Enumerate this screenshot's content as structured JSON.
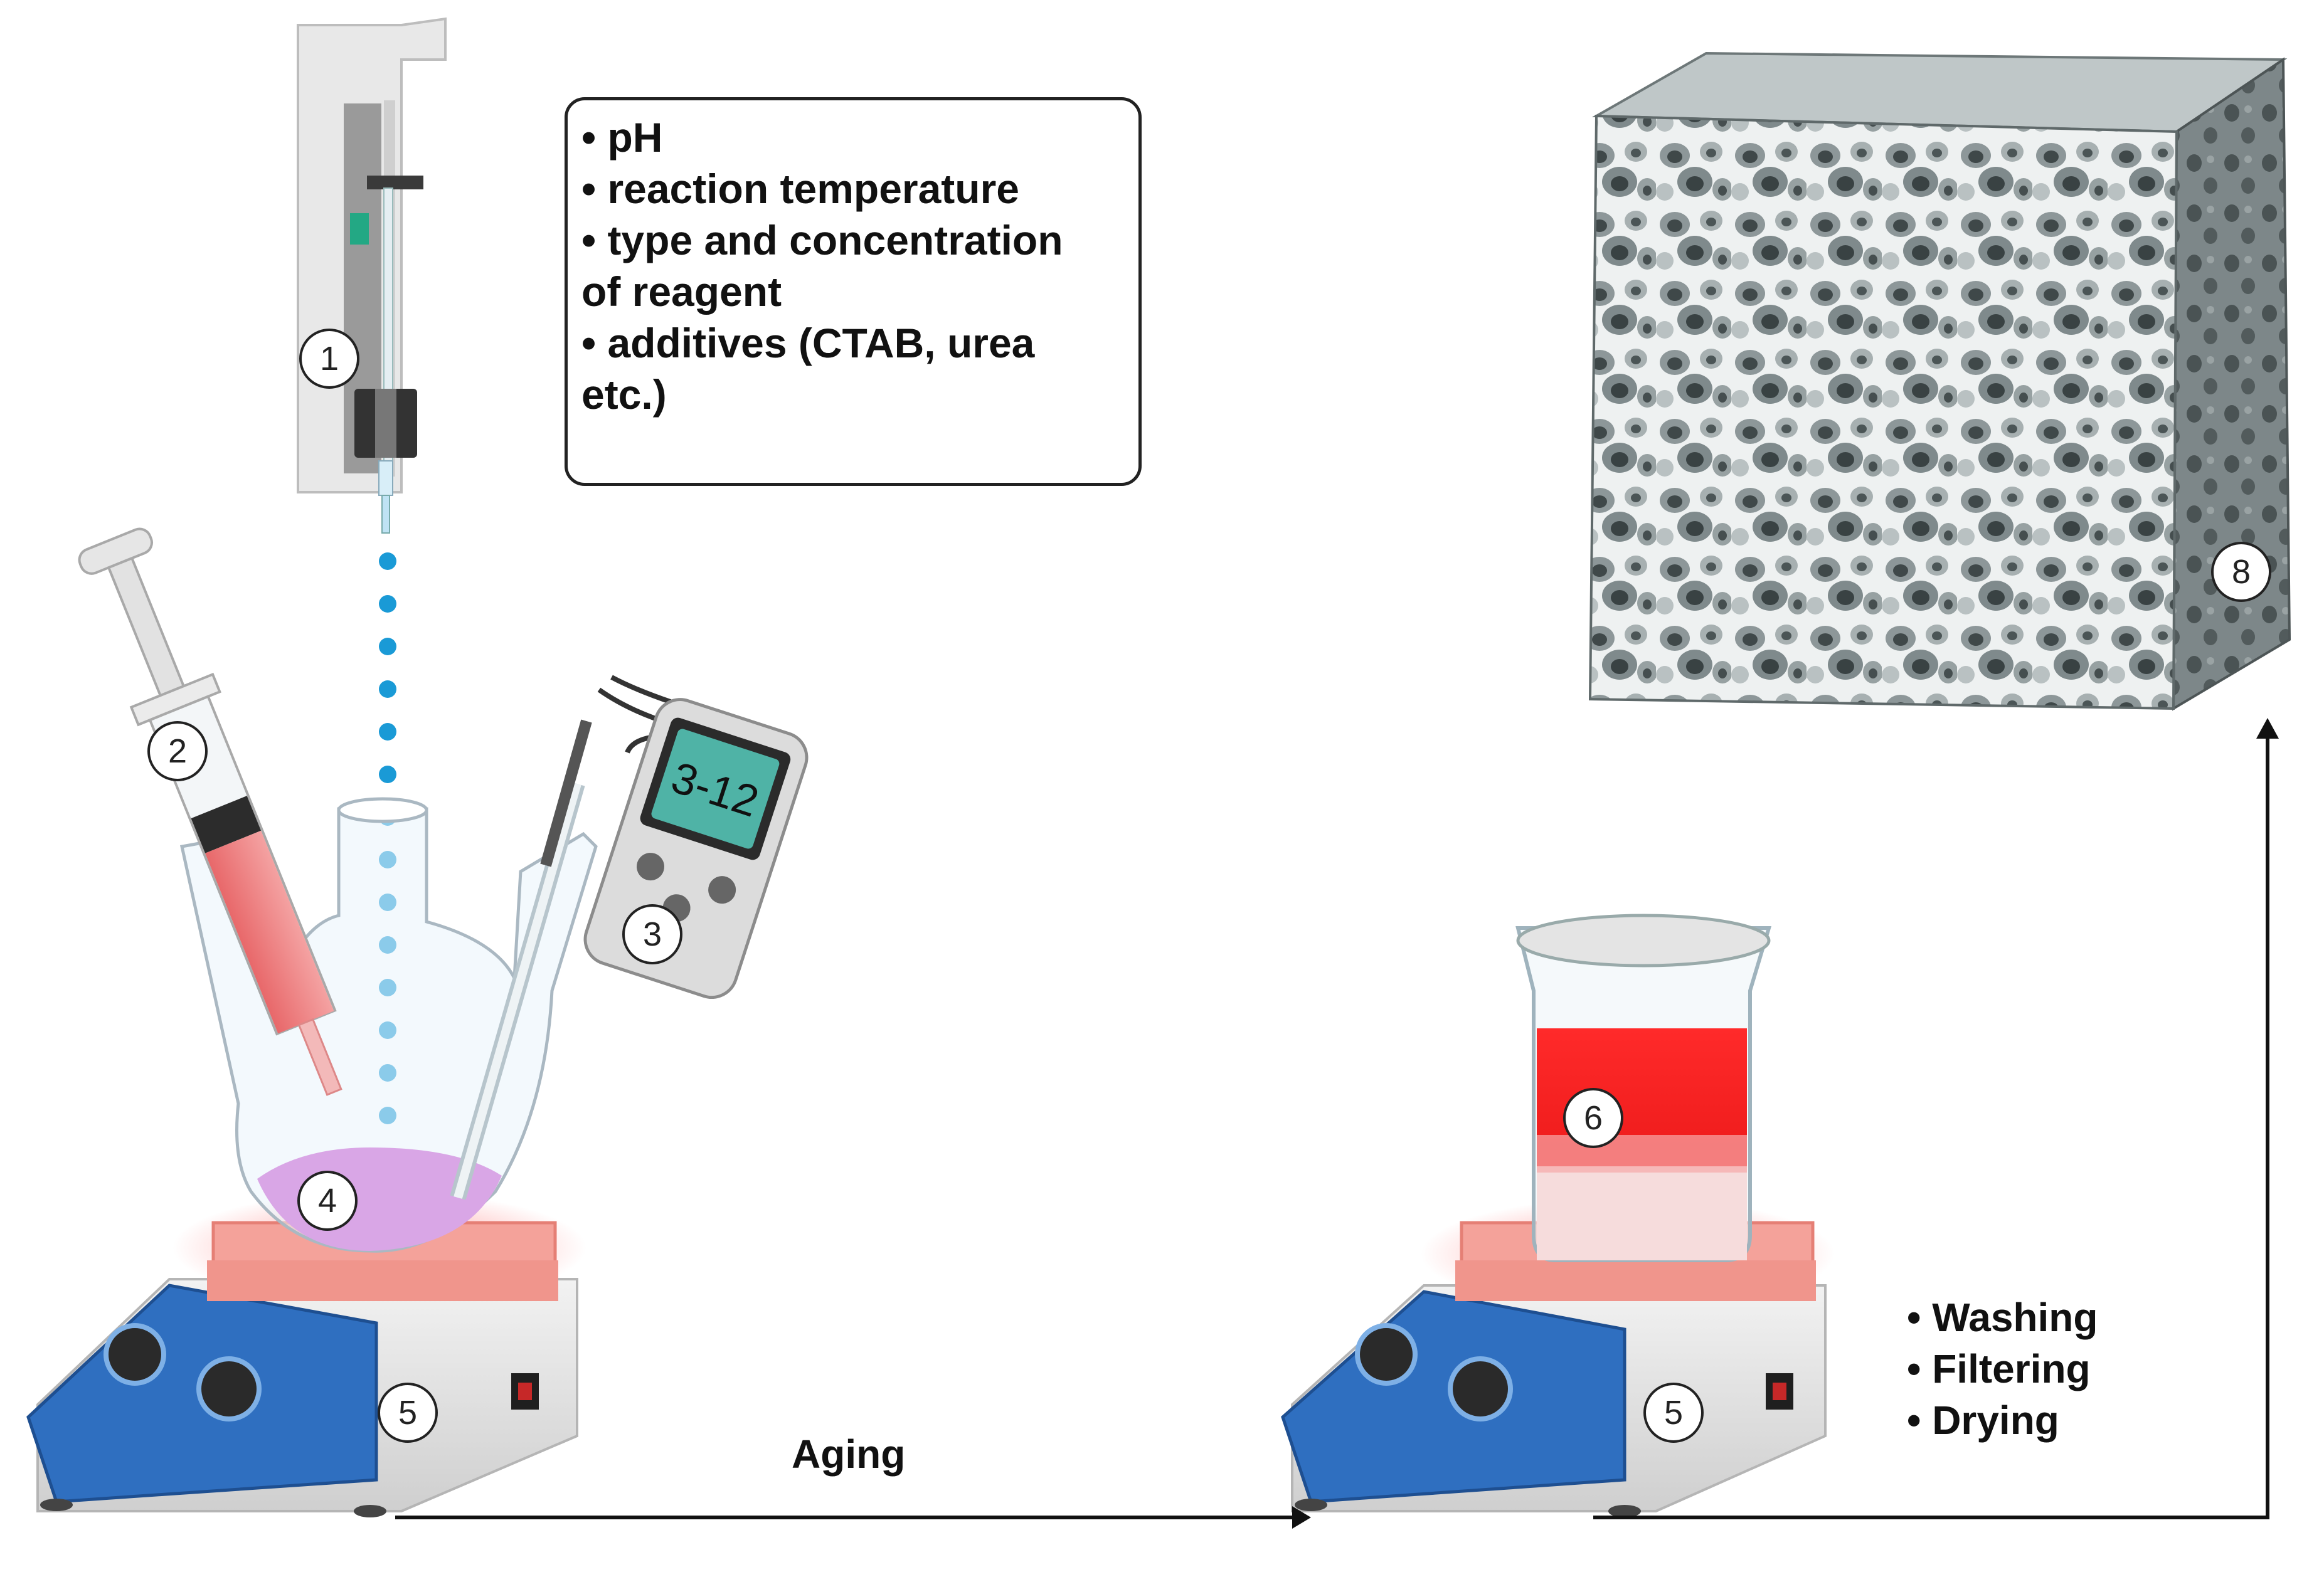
{
  "info_box": {
    "lines": [
      "• pH",
      "• reaction temperature",
      "• type and concentration",
      "of reagent",
      "• additives (CTAB, urea",
      "etc.)"
    ]
  },
  "meter": {
    "display": "3-12"
  },
  "post_steps": [
    "• Washing",
    "• Filtering",
    "• Drying"
  ],
  "aging_label": "Aging",
  "badges": {
    "b1": "1",
    "b2": "2",
    "b3": "3",
    "b4": "4",
    "b5a": "5",
    "b5b": "5",
    "b6": "6",
    "b8": "8"
  },
  "colors": {
    "dots": "#1a9ad6",
    "hotplate_glow": "#ff4d4d",
    "hotplate_top": "#f4a29a",
    "stirrer_panel": "#2f6fc0",
    "solution_red": "#f01818",
    "solution_violet": "#d9a6e6",
    "foam": "#9aa3a6"
  }
}
